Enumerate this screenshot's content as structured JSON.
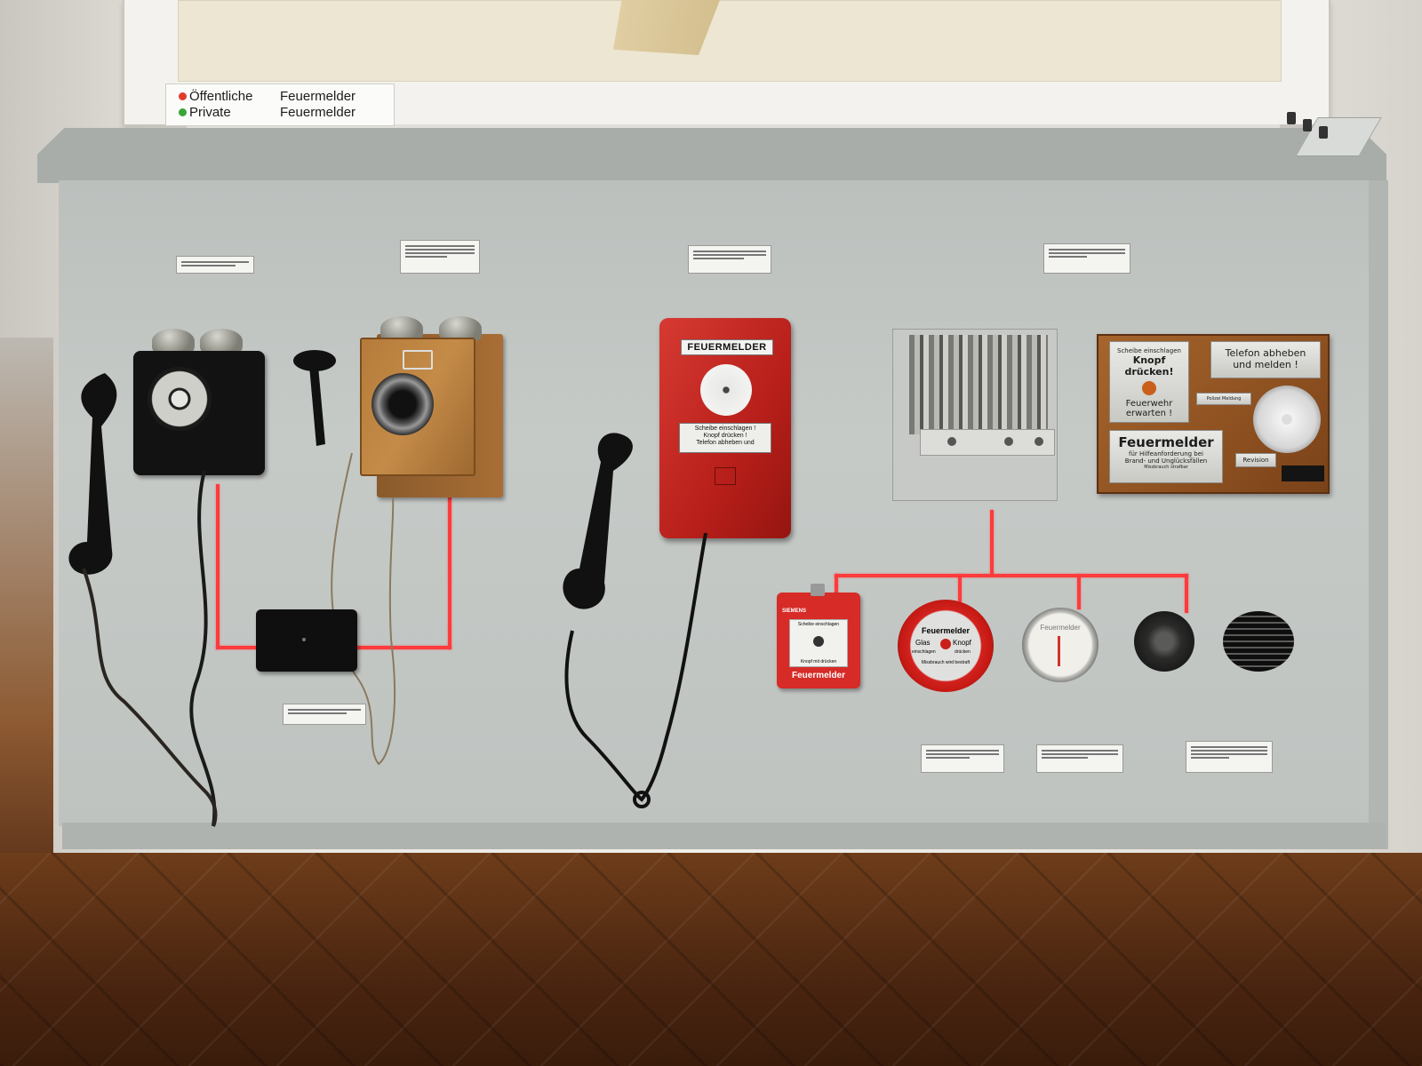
{
  "legend": {
    "public": {
      "word1": "Öffentliche",
      "word2": "Feuermelder",
      "color": "#e23b2e"
    },
    "private": {
      "word1": "Private",
      "word2": "Feuermelder",
      "color": "#3aa53a"
    }
  },
  "red_box": {
    "title": "FEUERMELDER",
    "plate_line1": "Scheibe einschlagen !",
    "plate_line2": "Knopf drücken !",
    "plate_line3": "Telefon abheben und"
  },
  "wood_sign": {
    "plate1_line1": "Scheibe einschlagen",
    "plate1_line2": "Knopf drücken!",
    "plate1_line3": "Feuerwehr",
    "plate1_line4": "erwarten !",
    "plate2_line1": "Telefon abheben",
    "plate2_line2": "und melden !",
    "plate3_title": "Feuermelder",
    "plate3_line1": "für Hilfeanforderung bei",
    "plate3_line2": "Brand- und Unglücksfällen",
    "plate3_line3": "Missbrauch strafbar",
    "small1": "Polizei Meldung",
    "small2": "Revision"
  },
  "siemens_detector": {
    "brand": "SIEMENS",
    "top": "Scheibe einschlagen",
    "bottom": "Knopf mit drücken",
    "label": "Feuermelder"
  },
  "ring_detector": {
    "title": "Feuermelder",
    "line1": "Glas",
    "line2": "Knopf",
    "line3": "einschlagen",
    "line4": "drücken",
    "footer": "Missbrauch wird bestraft"
  },
  "clear_detector": {
    "title": "Feuermelder"
  },
  "colors": {
    "wire": "#ff3b3b",
    "board": "#c2c6c3"
  }
}
